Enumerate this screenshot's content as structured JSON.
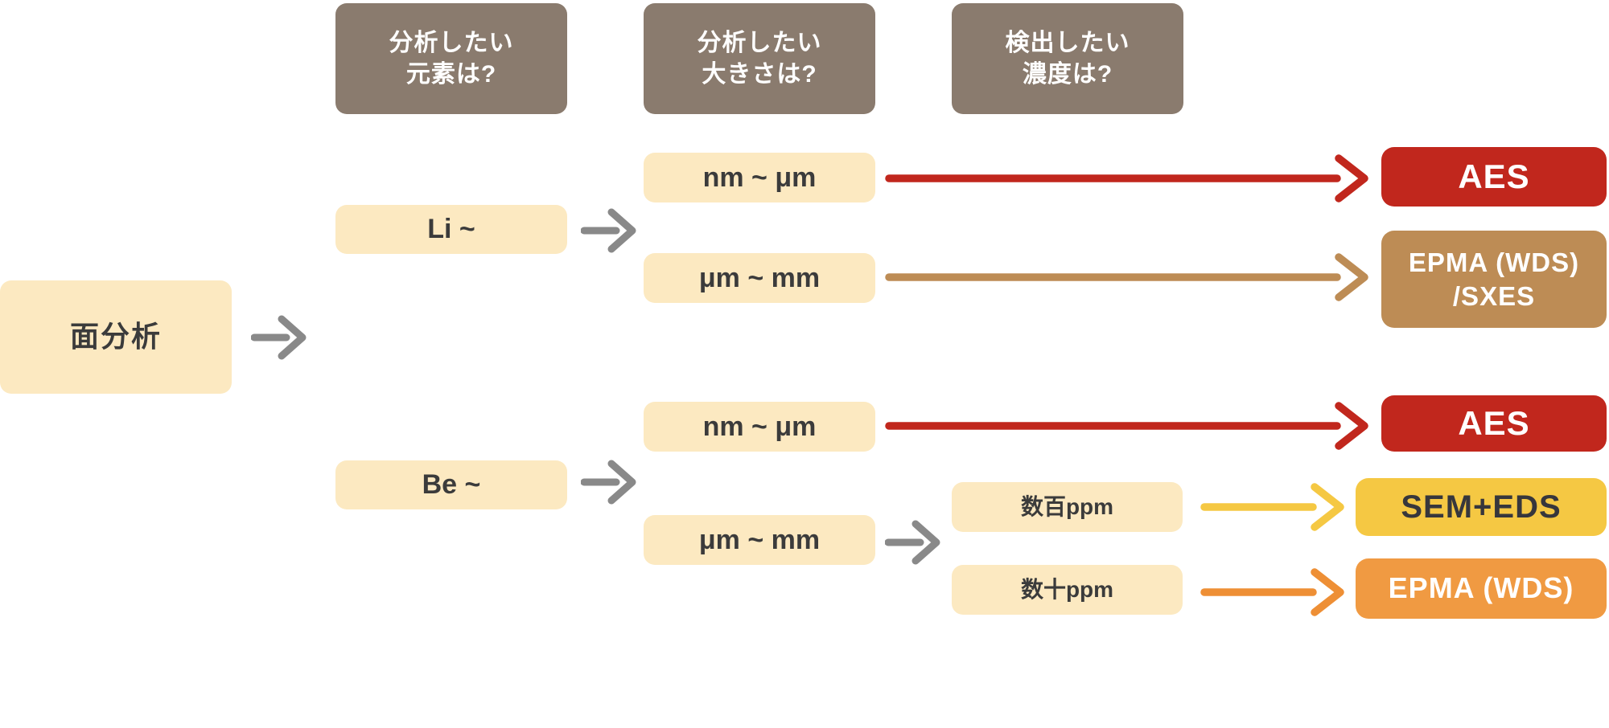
{
  "diagram": {
    "root": {
      "label": "面分析"
    },
    "headers": [
      {
        "line1": "分析したい",
        "line2": "元素は?"
      },
      {
        "line1": "分析したい",
        "line2": "大きさは?"
      },
      {
        "line1": "検出したい",
        "line2": "濃度は?"
      }
    ],
    "element_nodes": [
      {
        "label": "Li ~"
      },
      {
        "label": "Be ~"
      }
    ],
    "size_nodes": [
      {
        "label": "nm ~ μm"
      },
      {
        "label": "μm ~ mm"
      },
      {
        "label": "nm ~ μm"
      },
      {
        "label": "μm ~ mm"
      }
    ],
    "concentration_nodes": [
      {
        "label": "数百ppm"
      },
      {
        "label": "数十ppm"
      }
    ],
    "results": [
      {
        "label": "AES",
        "bg": "#c1271d",
        "fg": "#ffffff"
      },
      {
        "line1": "EPMA (WDS)",
        "line2": "/SXES",
        "bg": "#bd8c55",
        "fg": "#ffffff"
      },
      {
        "label": "AES",
        "bg": "#c1271d",
        "fg": "#ffffff"
      },
      {
        "label": "SEM+EDS",
        "bg": "#f5c843",
        "fg": "#37373c"
      },
      {
        "label": "EPMA (WDS)",
        "bg": "#f09a42",
        "fg": "#ffffff"
      }
    ],
    "colors": {
      "header_bg": "#8a7b6e",
      "header_fg": "#ffffff",
      "node_bg": "#fce9c1",
      "node_fg": "#3b3b3b",
      "arrow_gray": "#898989",
      "arrow_red": "#c1271d",
      "arrow_tan": "#bd8c55",
      "arrow_yellow": "#f5c843",
      "arrow_orange": "#ee8f35"
    }
  }
}
